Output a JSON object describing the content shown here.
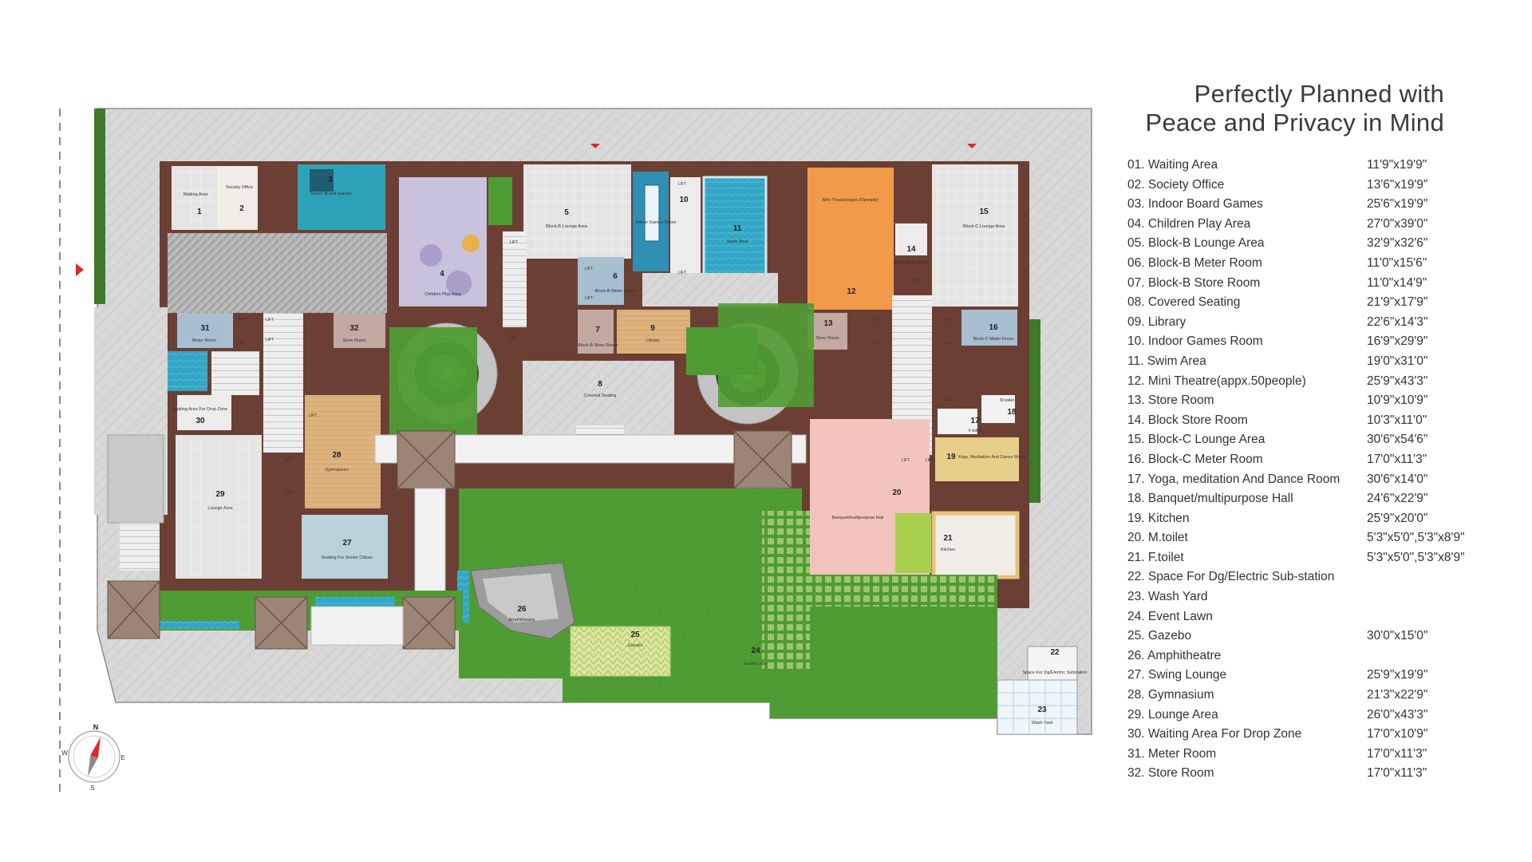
{
  "title": {
    "line1": "Perfectly Planned with",
    "line2": "Peace and Privacy in Mind"
  },
  "legend": [
    {
      "name": "01. Waiting Area",
      "dim": "11'9\"x19'9\""
    },
    {
      "name": "02. Society Office",
      "dim": "13'6\"x19'9\""
    },
    {
      "name": "03. Indoor Board Games",
      "dim": "25'6\"x19'9\""
    },
    {
      "name": "04. Children Play Area",
      "dim": "27'0\"x39'0\""
    },
    {
      "name": "05. Block-B Lounge Area",
      "dim": "32'9\"x32'6\""
    },
    {
      "name": "06. Block-B Meter Room",
      "dim": "11'0\"x15'6\""
    },
    {
      "name": "07. Block-B Store Room",
      "dim": "11'0\"x14'9\""
    },
    {
      "name": "08. Covered Seating",
      "dim": "21'9\"x17'9\""
    },
    {
      "name": "09. Library",
      "dim": "22'6\"x14'3\""
    },
    {
      "name": "10. Indoor Games Room",
      "dim": "16'9\"x29'9\""
    },
    {
      "name": "11. Swim Area",
      "dim": "19'0\"x31'0\""
    },
    {
      "name": "12. Mini Theatre(appx.50people)",
      "dim": "25'9\"x43'3\""
    },
    {
      "name": "13. Store Room",
      "dim": "10'9\"x10'9\""
    },
    {
      "name": "14. Block Store Room",
      "dim": "10'3\"x11'0\""
    },
    {
      "name": "15. Block-C Lounge Area",
      "dim": "30'6\"x54'6\""
    },
    {
      "name": "16. Block-C Meter Room",
      "dim": "17'0\"x11'3\""
    },
    {
      "name": "17. Yoga, meditation And Dance Room",
      "dim": "30'6\"x14'0\""
    },
    {
      "name": "18. Banquet/multipurpose Hall",
      "dim": "24'6\"x22'9\""
    },
    {
      "name": "19. Kitchen",
      "dim": "25'9\"x20'0\""
    },
    {
      "name": "20. M.toilet",
      "dim": "5'3\"x5'0\",5'3\"x8'9\""
    },
    {
      "name": "21. F.toilet",
      "dim": "5'3\"x5'0\",5'3\"x8'9\""
    },
    {
      "name": "22. Space For Dg/Electric Sub-station",
      "dim": ""
    },
    {
      "name": "23. Wash Yard",
      "dim": ""
    },
    {
      "name": "24. Event Lawn",
      "dim": ""
    },
    {
      "name": "25. Gazebo",
      "dim": "30'0\"x15'0\""
    },
    {
      "name": "26. Amphitheatre",
      "dim": ""
    },
    {
      "name": "27. Swing Lounge",
      "dim": "25'9\"x19'9\""
    },
    {
      "name": "28. Gymnasium",
      "dim": "21'3\"x22'9\""
    },
    {
      "name": "29. Lounge Area",
      "dim": "26'0\"x43'3\""
    },
    {
      "name": "30. Waiting Area For Drop Zone",
      "dim": "17'0\"x10'9\""
    },
    {
      "name": "31. Meter Room",
      "dim": "17'0\"x11'3\""
    },
    {
      "name": "32. Store Room",
      "dim": "17'0\"x11'3\""
    }
  ],
  "plan_labels": {
    "r1": "Waiting Area",
    "r2": "Society Office",
    "r3": "Indoor Board Games",
    "r4": "Children Play Area",
    "r5": "Block-B Lounge Area",
    "r6": "Block-B Meter Room",
    "r7": "Block-B Store Room",
    "r8": "Covered Seating",
    "r9": "Library",
    "r10": "Indoor Games Room",
    "r11": "Swim Area",
    "r12": "Mini Theatre(appx.50people)",
    "r13": "Store Room",
    "r14": "Block Store Room",
    "r15": "Block-C Lounge Area",
    "r16": "Block-C Meter Room",
    "r17": "F.toilet",
    "r18": "M.toilet",
    "r19": "Yoga, Meditation And Dance Room",
    "r20": "Banquet/multipurpose Hall",
    "r21": "Kitchen",
    "r22": "Space For Dg/Electric Substation",
    "r23": "Wash Yard",
    "r24": "Event Lawn",
    "r25": "Gazebo",
    "r26": "Amphitheatre",
    "r27": "Seating For Senior Citizen",
    "r28": "Gymnasium",
    "r29": "Lounge Area",
    "r30": "Waiting Area For Drop Zone",
    "r31": "Meter Room",
    "r32": "Store Room",
    "lift": "LIFT"
  },
  "compass": {
    "n": "N",
    "e": "E",
    "s": "S",
    "w": "W"
  },
  "colors": {
    "paving": "#d6d6d6",
    "lawn": "#4e9a32",
    "hedge": "#3f7a2a",
    "wall": "#6b3f34",
    "pool": "#35a8c8",
    "theatre": "#f19a4a",
    "banquet": "#f3c3bd",
    "wood": "#d9b07c",
    "yoga": "#e7cf8a"
  },
  "icons": {
    "compass": "compass-icon",
    "entry": "entry-arrow-icon"
  }
}
